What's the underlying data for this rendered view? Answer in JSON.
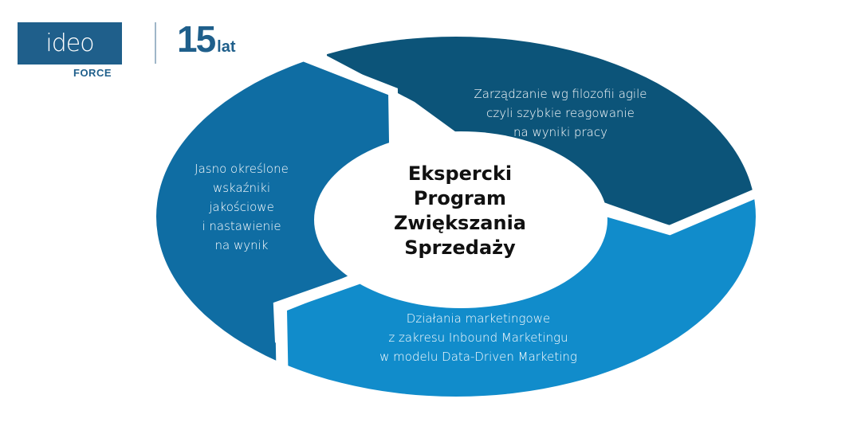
{
  "brand": {
    "logo_text": "ideo",
    "logo_subtext": "FORCE",
    "years_number": "15",
    "years_label": "lat",
    "color": "#1f5f8b"
  },
  "diagram": {
    "center": {
      "lines": [
        "Ekspercki",
        "Program",
        "Zwiększania",
        "Sprzedaży"
      ]
    },
    "segments": [
      {
        "id": "left",
        "color": "#0f6da3",
        "lines": [
          "Jasno określone",
          "wskaźniki",
          "jakościowe",
          "i nastawienie",
          "na wynik"
        ]
      },
      {
        "id": "top-right",
        "color": "#0c5479",
        "lines": [
          "Zarządzanie wg filozofii agile",
          "czyli szybkie reagowanie",
          "na wyniki pracy"
        ]
      },
      {
        "id": "bottom",
        "color": "#118ccb",
        "lines": [
          "Działania marketingowe",
          "z zakresu Inbound Marketingu",
          "w modelu Data-Driven Marketing"
        ]
      }
    ]
  }
}
